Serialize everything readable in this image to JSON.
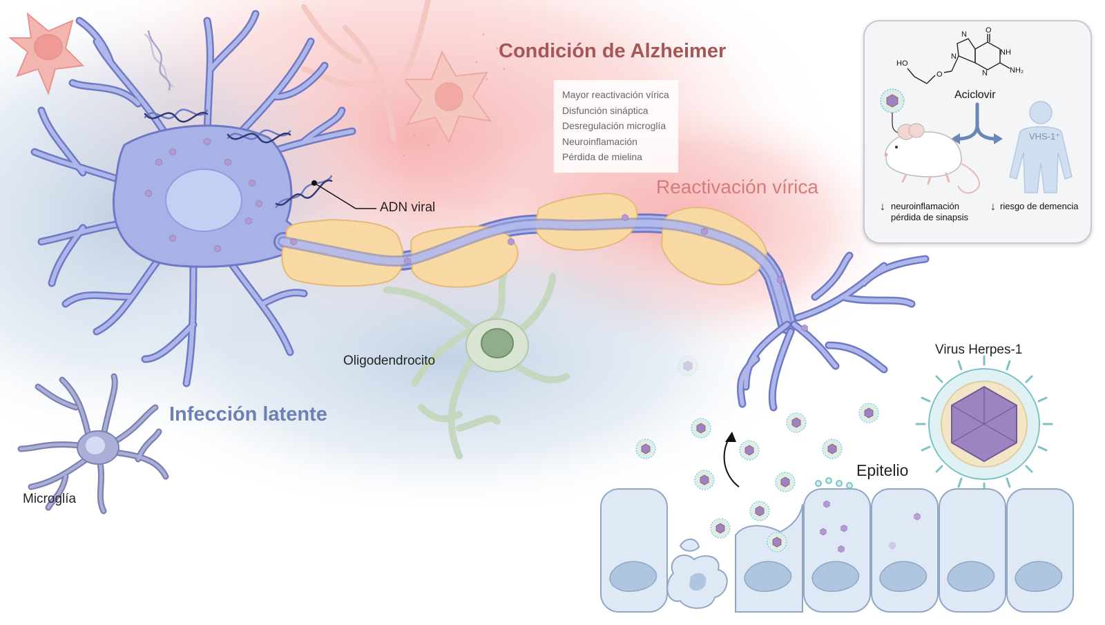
{
  "labels": {
    "alzheimer": "Condición de Alzheimer",
    "latente": "Infección latente",
    "reactivacion": "Reactivación vírica",
    "adn_viral": "ADN viral",
    "oligodendrocito": "Oligodendrocito",
    "microglia": "Microglía",
    "virus": "Virus Herpes-1",
    "epitelio": "Epitelio"
  },
  "symptoms": [
    "Mayor reactivación vírica",
    "Disfunción sináptica",
    "Desregulación microglía",
    "Neuroinflamación",
    "Pérdida de mielina"
  ],
  "inset": {
    "drug": "Aciclovir",
    "human_label": "VHS-1⁺",
    "note_mouse_1": "neuroinflamación",
    "note_mouse_2": "pérdida de sinapsis",
    "note_human": "riesgo de demencia",
    "arrow_down": "↓",
    "chem": {
      "ho": "HO",
      "o1": "O",
      "o2": "O",
      "n1": "N",
      "n2": "N",
      "n3": "N",
      "nh": "NH",
      "nh2": "NH₂"
    }
  },
  "colors": {
    "neuron": "#a9b2e6",
    "neuron_stroke": "#6f78c4",
    "myelin": "#f8d9a4",
    "oligodendrocyte": "#d9e5d2",
    "epithelium": "#dfe9f5",
    "virus": "#9d84c1",
    "alz_glow": "#f6a0a0",
    "latent_glow": "#b7c9e0"
  }
}
